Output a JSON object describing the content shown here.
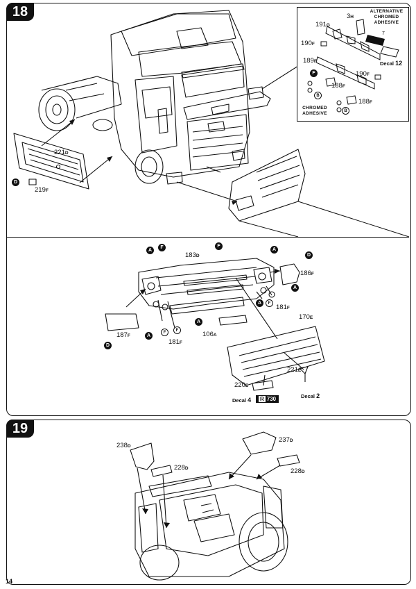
{
  "page_number": "14",
  "steps": [
    {
      "number": "18",
      "main_parts": [
        {
          "id": "221",
          "suffix": "D"
        },
        {
          "id": "219",
          "suffix": "F"
        }
      ],
      "marker_d": "D",
      "inset": {
        "alt_title": "Alternative Chromed Adhesive",
        "alt_qty": "7",
        "chromed_adhesive": "Chromed Adhesive",
        "decal_label": "Decal",
        "decal_num": "12",
        "parts": [
          {
            "id": "3",
            "suffix": "H"
          },
          {
            "id": "191",
            "suffix": "G"
          },
          {
            "id": "190",
            "suffix": "F"
          },
          {
            "id": "189",
            "suffix": "F"
          },
          {
            "id": "190",
            "suffix": "F"
          },
          {
            "id": "188",
            "suffix": "F"
          },
          {
            "id": "188",
            "suffix": "F"
          }
        ],
        "marker_f": "F",
        "marker_b": "B"
      },
      "bumper_parts": [
        {
          "id": "183",
          "suffix": "D"
        },
        {
          "id": "186",
          "suffix": "F"
        },
        {
          "id": "181",
          "suffix": "F"
        },
        {
          "id": "187",
          "suffix": "F"
        },
        {
          "id": "181",
          "suffix": "F"
        },
        {
          "id": "106",
          "suffix": "A"
        },
        {
          "id": "170",
          "suffix": "E"
        },
        {
          "id": "221",
          "suffix": "E"
        },
        {
          "id": "220",
          "suffix": "E"
        }
      ],
      "markers": {
        "a": "A",
        "f": "F",
        "d": "D"
      },
      "decal_4": {
        "label": "Decal",
        "num": "4",
        "plate_r": "R",
        "plate_text": "730"
      },
      "decal_2": {
        "label": "Decal",
        "num": "2"
      }
    },
    {
      "number": "19",
      "parts": [
        {
          "id": "238",
          "suffix": "D"
        },
        {
          "id": "228",
          "suffix": "D"
        },
        {
          "id": "237",
          "suffix": "D"
        },
        {
          "id": "228",
          "suffix": "D"
        }
      ]
    }
  ],
  "colors": {
    "ink": "#111111",
    "paper": "#ffffff"
  }
}
